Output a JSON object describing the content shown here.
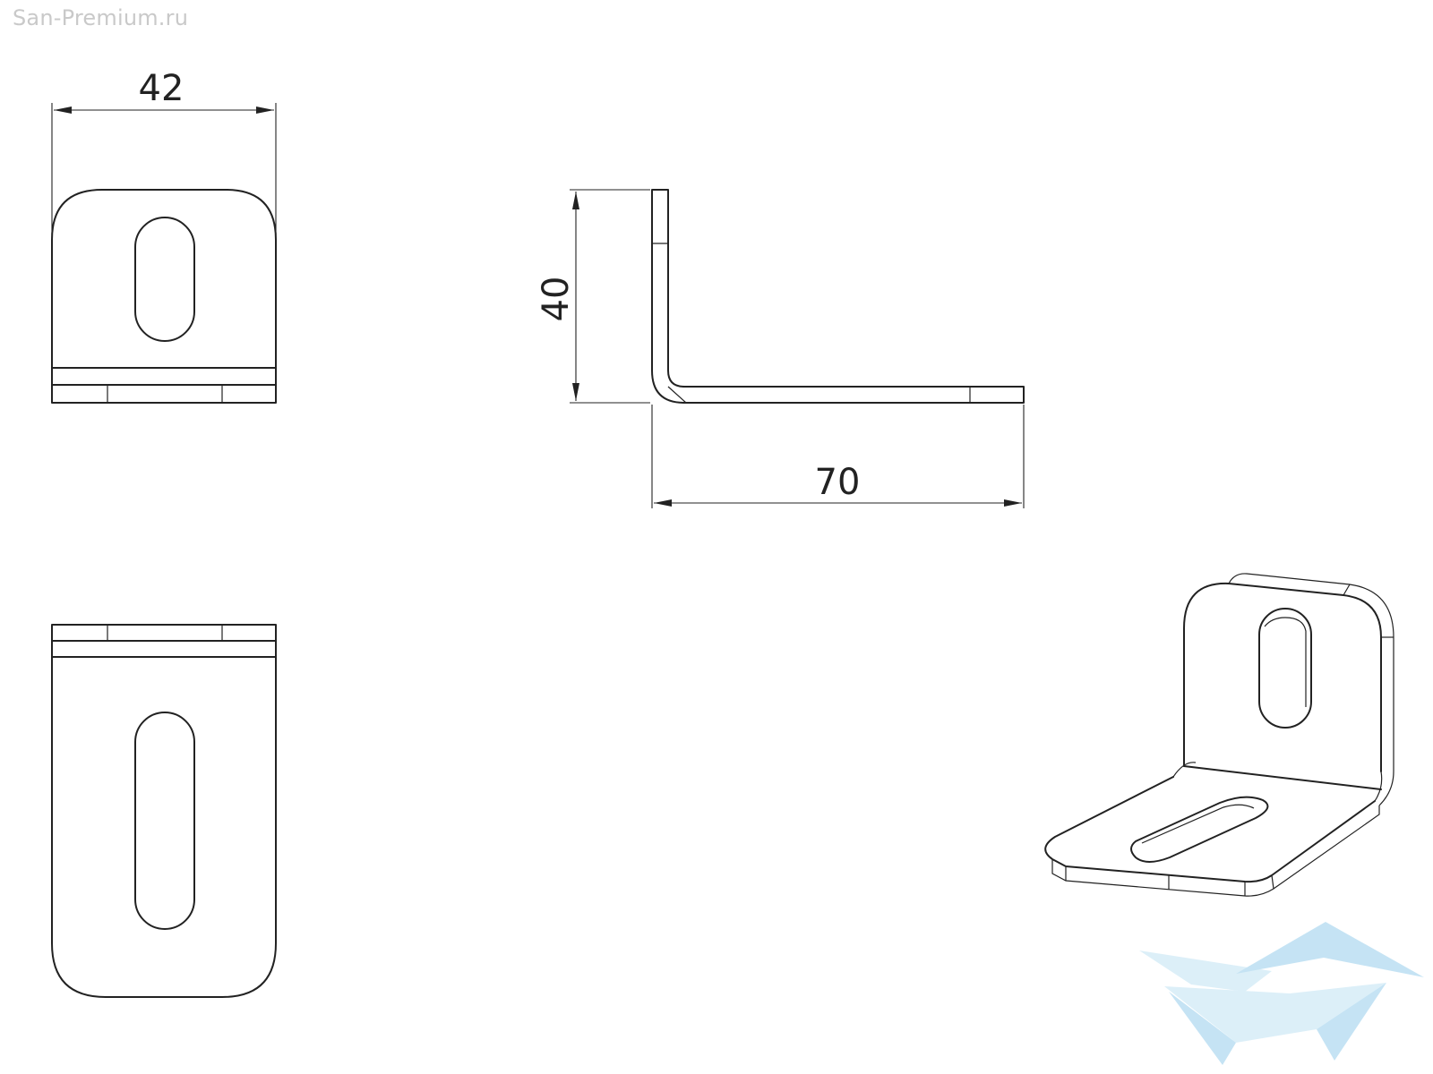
{
  "watermark": "San-Premium.ru",
  "dimensions": {
    "width": "42",
    "height": "40",
    "length": "70"
  },
  "views": [
    {
      "name": "front-view",
      "icon": "slotted-plate"
    },
    {
      "name": "side-view",
      "icon": "angle-profile"
    },
    {
      "name": "top-view",
      "icon": "slotted-plate"
    },
    {
      "name": "isometric-view",
      "icon": "angle-bracket"
    }
  ],
  "colors": {
    "line": "#222222",
    "watermark": "#c9c9c9",
    "logo": "#bfe1f3"
  },
  "logo_icon": "san-premium-logo-icon"
}
